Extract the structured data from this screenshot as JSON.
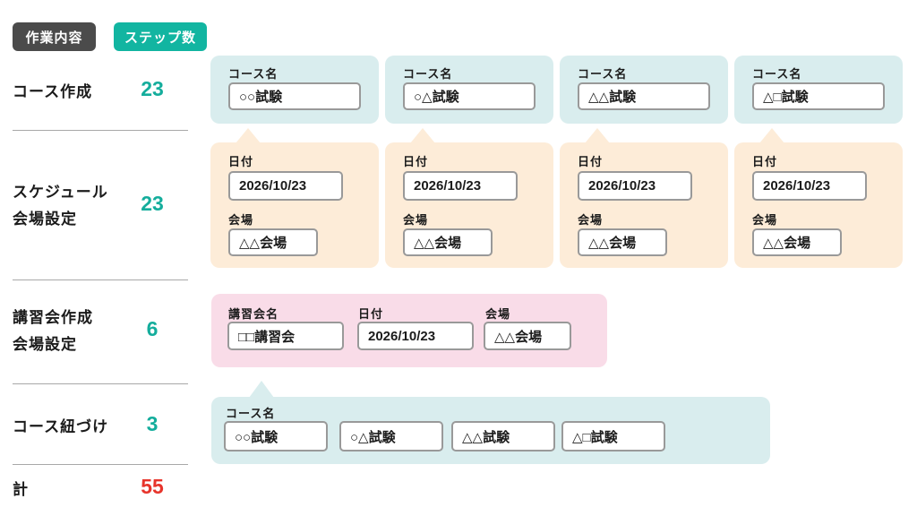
{
  "header": {
    "work_label": "作業内容",
    "steps_label": "ステップ数"
  },
  "left_rows": [
    {
      "line1": "コース作成",
      "line2": "",
      "count": "23"
    },
    {
      "line1": "スケジュール",
      "line2": "会場設定",
      "count": "23"
    },
    {
      "line1": "講習会作成",
      "line2": "会場設定",
      "count": "6"
    },
    {
      "line1": "コース紐づけ",
      "line2": "",
      "count": "3"
    },
    {
      "line1": "計",
      "line2": "",
      "count": "55"
    }
  ],
  "course_cards": [
    {
      "label": "コース名",
      "value": "○○試験"
    },
    {
      "label": "コース名",
      "value": "○△試験"
    },
    {
      "label": "コース名",
      "value": "△△試験"
    },
    {
      "label": "コース名",
      "value": "△□試験"
    }
  ],
  "schedule_cards": [
    {
      "date_label": "日付",
      "date": "2026/10/23",
      "venue_label": "会場",
      "venue": "△△会場"
    },
    {
      "date_label": "日付",
      "date": "2026/10/23",
      "venue_label": "会場",
      "venue": "△△会場"
    },
    {
      "date_label": "日付",
      "date": "2026/10/23",
      "venue_label": "会場",
      "venue": "△△会場"
    },
    {
      "date_label": "日付",
      "date": "2026/10/23",
      "venue_label": "会場",
      "venue": "△△会場"
    }
  ],
  "seminar_card": {
    "name_label": "講習会名",
    "name": "□□講習会",
    "date_label": "日付",
    "date": "2026/10/23",
    "venue_label": "会場",
    "venue": "△△会場"
  },
  "linking_card": {
    "label": "コース名",
    "values": [
      "○○試験",
      "○△試験",
      "△△試験",
      "△□試験"
    ]
  },
  "colors": {
    "teal_badge": "#12b5a1",
    "teal_number": "#14ad9c",
    "total_red": "#e7342b",
    "dark_badge": "#4b4b4b",
    "teal_card": "#d9edee",
    "orange_card": "#fdecd8",
    "pink_card": "#f9dce8"
  }
}
